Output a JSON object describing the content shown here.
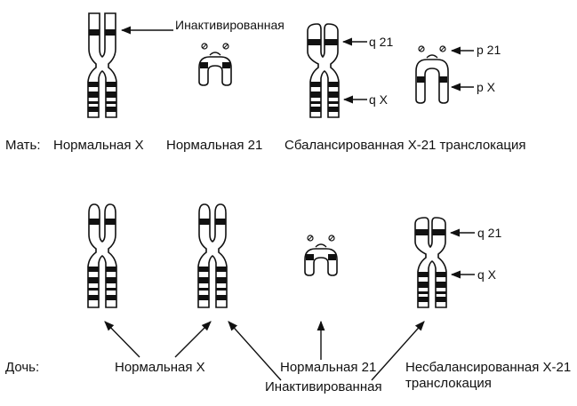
{
  "mother": {
    "row_label": "Мать:",
    "inactivated_label": "Инактивированная",
    "q21_label": "q 21",
    "qX_label": "q X",
    "p21_label": "p 21",
    "pX_label": "p X",
    "normal_x_caption": "Нормальная  X",
    "normal_21_caption": "Нормальная  21",
    "balanced_caption": "Сбалансированная  Х-21  транслокация"
  },
  "daughter": {
    "row_label": "Дочь:",
    "q21_label": "q 21",
    "qX_label": "q X",
    "normal_x_caption": "Нормальная  X",
    "normal_21_caption": "Нормальная  21",
    "unbalanced_caption_line1": "Несбалансированная  Х-21",
    "unbalanced_caption_line2": "транслокация",
    "inactivated_caption": "Инактивированная"
  },
  "colors": {
    "ink": "#111111",
    "background": "#ffffff"
  }
}
